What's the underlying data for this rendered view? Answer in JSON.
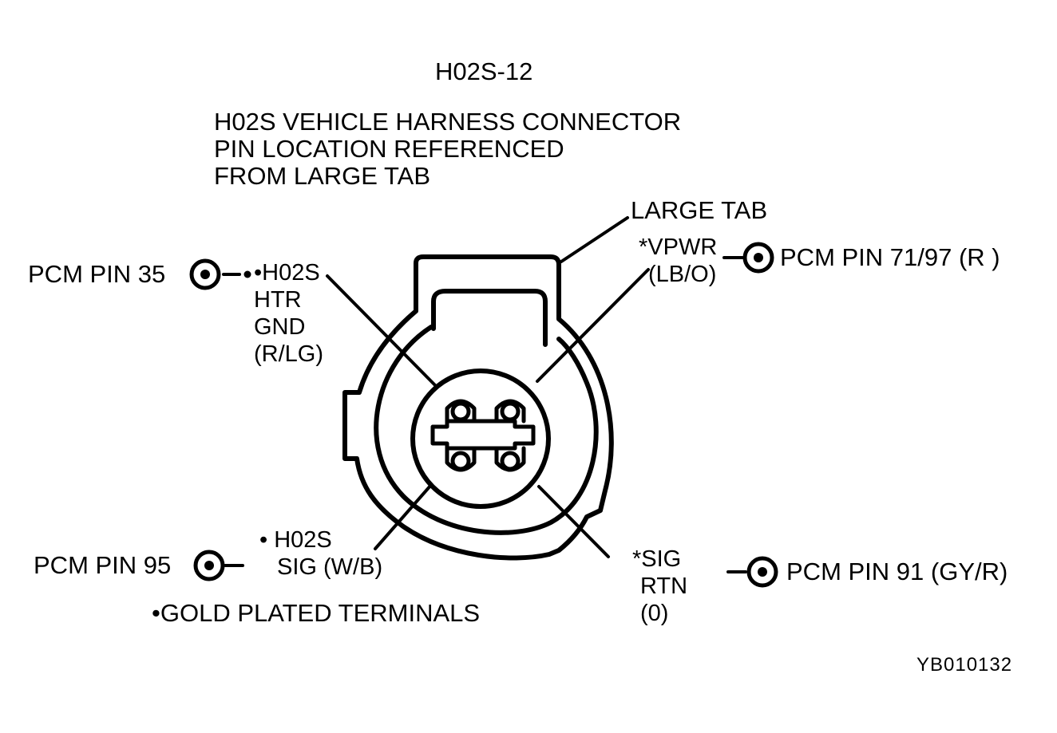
{
  "title": "H02S-12",
  "description_lines": [
    "H02S VEHICLE HARNESS CONNECTOR",
    "PIN LOCATION REFERENCED",
    "FROM LARGE TAB"
  ],
  "large_tab_label": "LARGE TAB",
  "pins": {
    "top_left": {
      "pcm_label": "PCM PIN 35",
      "circuit_lines": [
        "•H02S",
        "HTR",
        "GND",
        "(R/LG)"
      ]
    },
    "top_right": {
      "pcm_label": "PCM PIN 71/97 (R )",
      "circuit_lines": [
        "*VPWR",
        "(LB/O)"
      ]
    },
    "bottom_left": {
      "pcm_label": "PCM PIN 95",
      "circuit_lines": [
        "• H02S",
        "SIG (W/B)"
      ]
    },
    "bottom_right": {
      "pcm_label": "PCM PIN 91 (GY/R)",
      "circuit_lines": [
        "*SIG",
        "RTN",
        "(0)"
      ]
    }
  },
  "footnote": "•GOLD PLATED TERMINALS",
  "figure_id": "YB010132",
  "colors": {
    "ink": "#000000",
    "paper": "#ffffff"
  }
}
